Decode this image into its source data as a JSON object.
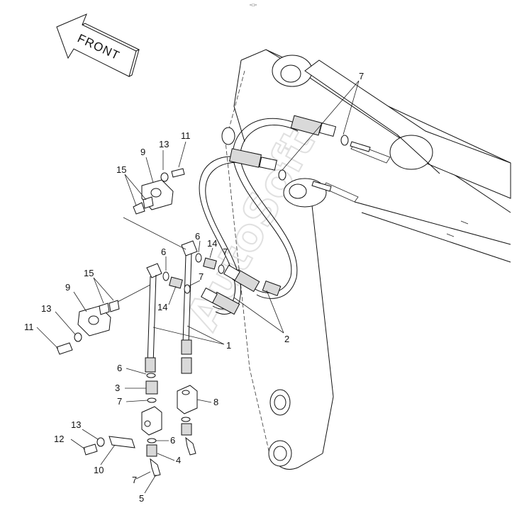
{
  "top_mark": "ᵐ☐ᵐ",
  "front_arrow": {
    "text": "FRONT"
  },
  "watermark": {
    "text": "AutoSoft"
  },
  "callouts": [
    {
      "id": "c7a",
      "text": "7"
    },
    {
      "id": "c11a",
      "text": "11"
    },
    {
      "id": "c13a",
      "text": "13"
    },
    {
      "id": "c9a",
      "text": "9"
    },
    {
      "id": "c15a",
      "text": "15"
    },
    {
      "id": "c6a",
      "text": "6"
    },
    {
      "id": "c14a",
      "text": "14"
    },
    {
      "id": "c7b",
      "text": "7"
    },
    {
      "id": "c6b",
      "text": "6"
    },
    {
      "id": "c7c",
      "text": "7"
    },
    {
      "id": "c15b",
      "text": "15"
    },
    {
      "id": "c9b",
      "text": "9"
    },
    {
      "id": "c14b",
      "text": "14"
    },
    {
      "id": "c13b",
      "text": "13"
    },
    {
      "id": "c11b",
      "text": "11"
    },
    {
      "id": "c1",
      "text": "1"
    },
    {
      "id": "c2",
      "text": "2"
    },
    {
      "id": "c6c",
      "text": "6"
    },
    {
      "id": "c3",
      "text": "3"
    },
    {
      "id": "c7d",
      "text": "7"
    },
    {
      "id": "c8",
      "text": "8"
    },
    {
      "id": "c13c",
      "text": "13"
    },
    {
      "id": "c12",
      "text": "12"
    },
    {
      "id": "c6d",
      "text": "6"
    },
    {
      "id": "c10",
      "text": "10"
    },
    {
      "id": "c4",
      "text": "4"
    },
    {
      "id": "c7e",
      "text": "7"
    },
    {
      "id": "c5",
      "text": "5"
    }
  ]
}
